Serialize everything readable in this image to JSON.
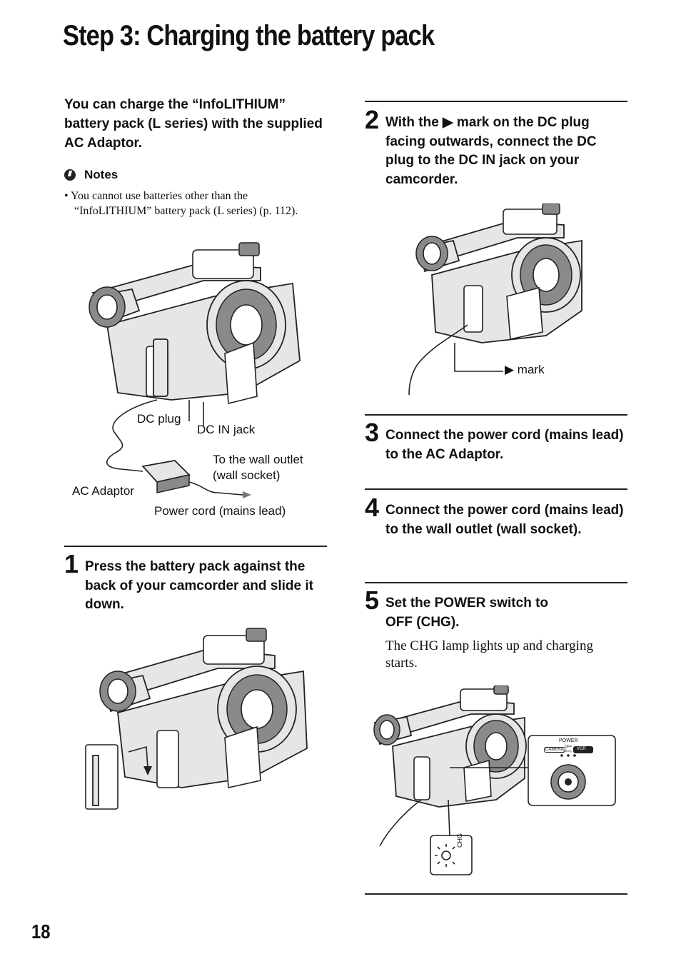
{
  "page": {
    "title": "Step 3: Charging the battery pack",
    "page_number": "18"
  },
  "intro": {
    "text": "You can charge the “InfoLITHIUM” battery pack (L series) with the supplied AC Adaptor."
  },
  "notes": {
    "heading": "Notes",
    "items": [
      "• You cannot use batteries other than the “InfoLITHIUM” battery pack (L series) (p. 112)."
    ]
  },
  "figure_main": {
    "labels": {
      "dc_plug": "DC plug",
      "dc_in_jack": "DC IN jack",
      "wall_outlet_line1": "To the wall outlet",
      "wall_outlet_line2": "(wall socket)",
      "ac_adaptor": "AC Adaptor",
      "power_cord": "Power cord (mains lead)"
    }
  },
  "steps": [
    {
      "number": "1",
      "text": "Press the battery pack against the back of your camcorder and slide it down.",
      "body": ""
    },
    {
      "number": "2",
      "text": "With the ▶ mark on the DC plug facing outwards, connect the DC plug to the DC IN jack on your camcorder.",
      "body": ""
    },
    {
      "number": "3",
      "text": "Connect the power cord (mains lead) to the AC Adaptor.",
      "body": ""
    },
    {
      "number": "4",
      "text": "Connect the power cord (mains lead) to the wall outlet (wall socket).",
      "body": ""
    },
    {
      "number": "5",
      "text": "Set the POWER switch to OFF (CHG).",
      "body": "The CHG lamp lights up and charging starts."
    }
  ],
  "figure_step2": {
    "mark_label": "▶ mark"
  },
  "figure_step5": {
    "power_label": "POWER",
    "camera_label": "CAMERA",
    "off_label": "OFF",
    "chg_small_label": "(CHG)",
    "vcr_label": "VCR",
    "chg_lamp_label": "CHG"
  }
}
